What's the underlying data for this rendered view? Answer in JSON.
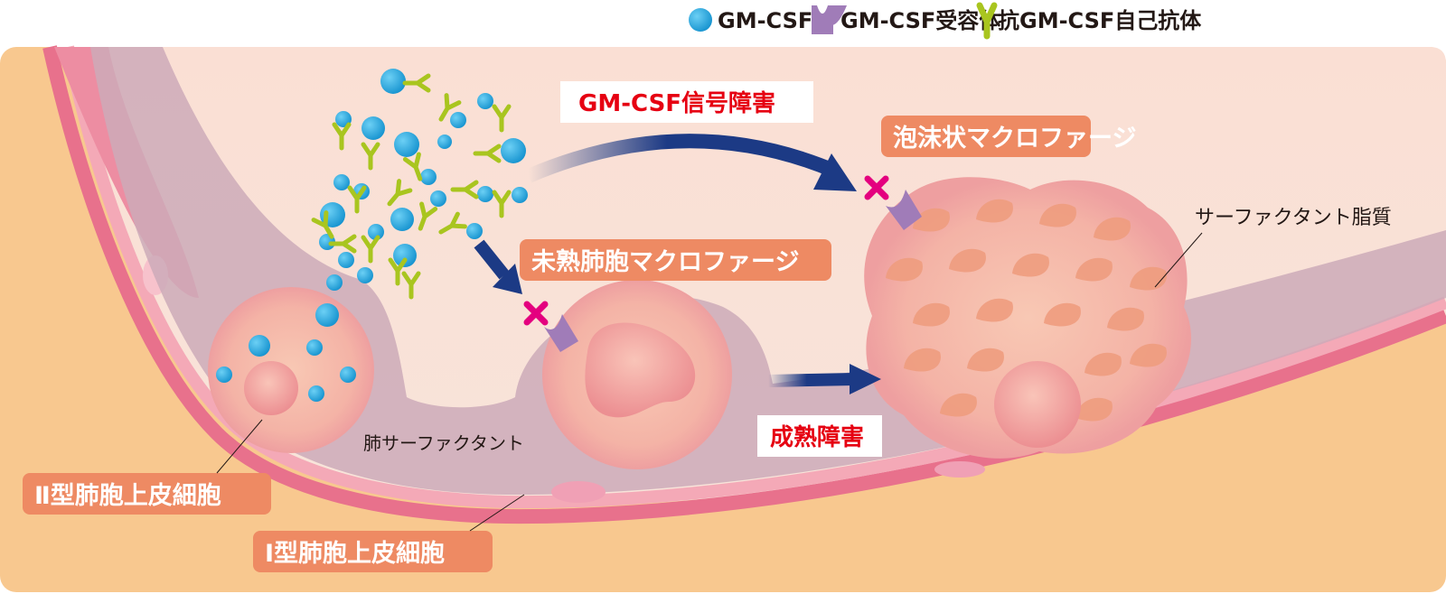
{
  "legend": {
    "gmcsf": "GM-CSF",
    "receptor": "GM-CSF受容体",
    "autoantibody": "抗GM-CSF自己抗体"
  },
  "labels": {
    "signal_disorder": "GM-CSF信号障害",
    "foamy_macrophage": "泡沫状マクロファージ",
    "immature_macrophage": "未熟肺胞マクロファージ",
    "maturation_disorder": "成熟障害",
    "surfactant_lipid": "サーファクタント脂質",
    "lung_surfactant": "肺サーファクタント",
    "type2_cell": "Ⅱ型肺胞上皮細胞",
    "type1_cell": "Ⅰ型肺胞上皮細胞"
  },
  "colors": {
    "gmcsf": "#2aa7dc",
    "receptor": "#a07cb8",
    "antibody": "#a9c51f",
    "label_box": "#ee8a63",
    "arrow": "#1c3a85",
    "block_x": "#e4007f",
    "warning_text": "#e60012"
  }
}
